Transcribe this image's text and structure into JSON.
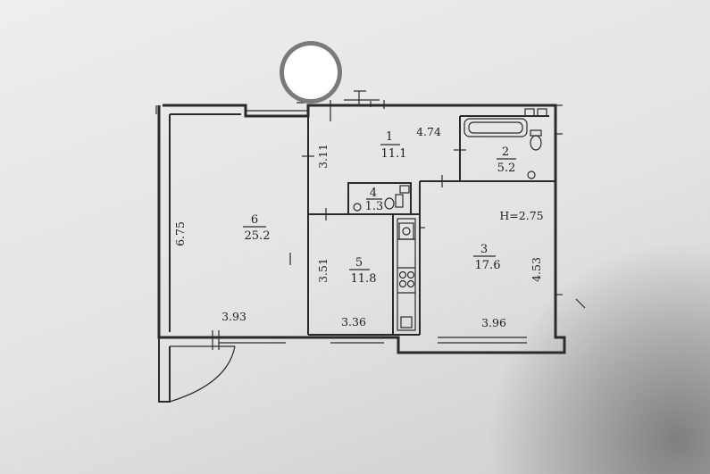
{
  "rooms": [
    {
      "number": "1",
      "area": "11.1"
    },
    {
      "number": "2",
      "area": "5.2"
    },
    {
      "number": "3",
      "area": "17.6"
    },
    {
      "number": "4",
      "area": "1.3"
    },
    {
      "number": "5",
      "area": "11.8"
    },
    {
      "number": "6",
      "area": "25.2"
    }
  ],
  "dimensions": {
    "room1_width": "4.74",
    "room1_height": "3.11",
    "room6_height": "6.75",
    "room6_width": "3.93",
    "room5_height": "3.51",
    "room5_width": "3.36",
    "room3_height": "4.53",
    "room3_width": "3.96"
  },
  "ceiling_height": "H=2.75"
}
